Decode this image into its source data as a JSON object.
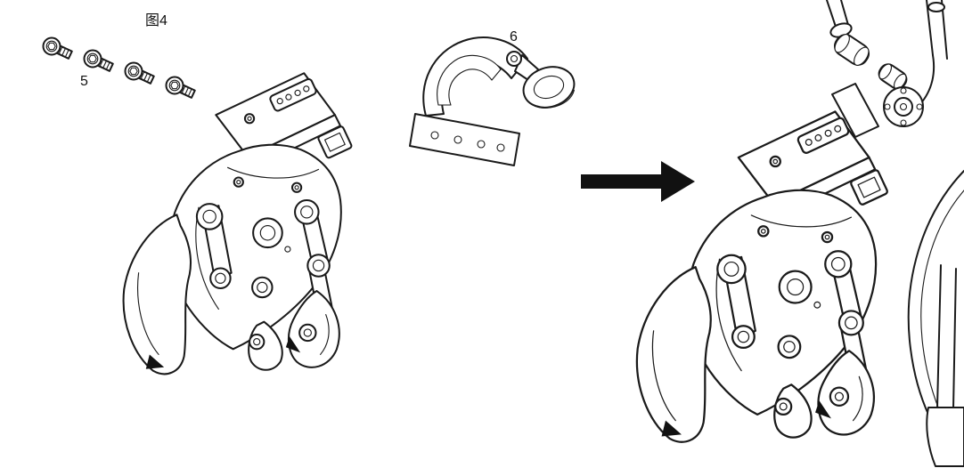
{
  "diagram": {
    "figure_label": "图4",
    "screws_label": "5",
    "bracket_label": "6"
  },
  "colors": {
    "line": "#1a1a1a",
    "arrow": "#000000",
    "background": "#ffffff"
  }
}
